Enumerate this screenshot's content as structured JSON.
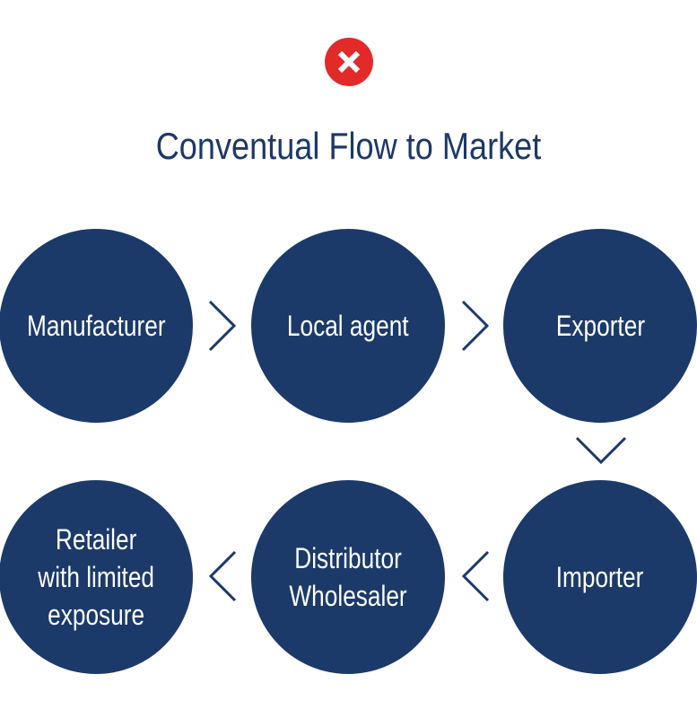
{
  "status_icon": "close-circle-icon",
  "colors": {
    "accent_red": "#e22a2a",
    "node_fill": "#1b3a69",
    "title_text": "#1c3867"
  },
  "title": "Conventual Flow to Market",
  "nodes": [
    {
      "label": "Manufacturer"
    },
    {
      "label": "Local agent"
    },
    {
      "label": "Exporter"
    },
    {
      "label": "Importer"
    },
    {
      "label": "Distributor\nWholesaler"
    },
    {
      "label": "Retailer\nwith limited\nexposure"
    }
  ],
  "arrows": [
    {
      "icon": "chevron-right-icon"
    },
    {
      "icon": "chevron-right-icon"
    },
    {
      "icon": "chevron-down-icon"
    },
    {
      "icon": "chevron-left-icon"
    },
    {
      "icon": "chevron-left-icon"
    }
  ]
}
